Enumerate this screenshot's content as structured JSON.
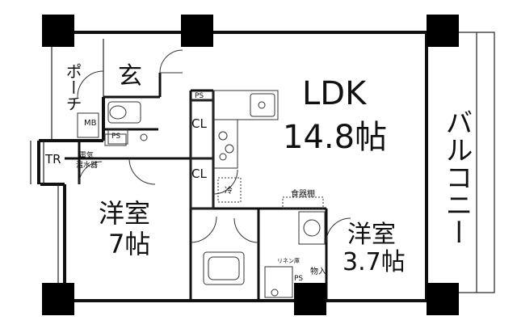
{
  "rooms": {
    "ldk_name": "LDK",
    "ldk_size": "14.8帖",
    "western1_name": "洋室",
    "western1_size": "7帖",
    "western2_name": "洋室",
    "western2_size": "3.7帖",
    "entrance": "玄",
    "porch": "ポーチ",
    "balcony": "バルコニー"
  },
  "labels": {
    "trunk_room": "TR",
    "meter_box": "MB",
    "pipe_space": "PS",
    "closet": "CL",
    "water_heater_line1": "電気",
    "water_heater_line2": "温水器",
    "fridge": "冷",
    "cupboard": "食器棚",
    "linen": "リネン庫",
    "storage": "物入"
  }
}
